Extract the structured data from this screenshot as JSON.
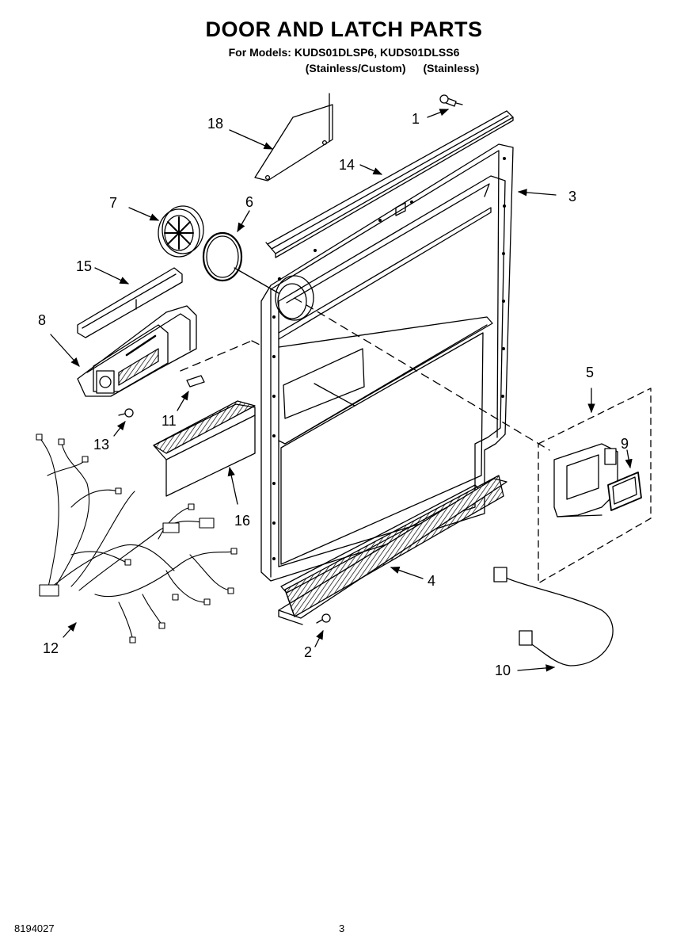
{
  "header": {
    "title": "DOOR AND LATCH PARTS",
    "models_line": "For Models: KUDS01DLSP6, KUDS01DLSS6",
    "variant_1": "(Stainless/Custom)",
    "variant_2": "(Stainless)"
  },
  "callouts": [
    {
      "id": "c1",
      "label": "1"
    },
    {
      "id": "c2",
      "label": "2"
    },
    {
      "id": "c3",
      "label": "3"
    },
    {
      "id": "c4",
      "label": "4"
    },
    {
      "id": "c5",
      "label": "5"
    },
    {
      "id": "c6",
      "label": "6"
    },
    {
      "id": "c7",
      "label": "7"
    },
    {
      "id": "c8",
      "label": "8"
    },
    {
      "id": "c9",
      "label": "9"
    },
    {
      "id": "c10",
      "label": "10"
    },
    {
      "id": "c11",
      "label": "11"
    },
    {
      "id": "c12",
      "label": "12"
    },
    {
      "id": "c13",
      "label": "13"
    },
    {
      "id": "c14",
      "label": "14"
    },
    {
      "id": "c15",
      "label": "15"
    },
    {
      "id": "c16",
      "label": "16"
    },
    {
      "id": "c18",
      "label": "18"
    }
  ],
  "footer": {
    "doc_number": "8194027",
    "page_number": "3"
  }
}
